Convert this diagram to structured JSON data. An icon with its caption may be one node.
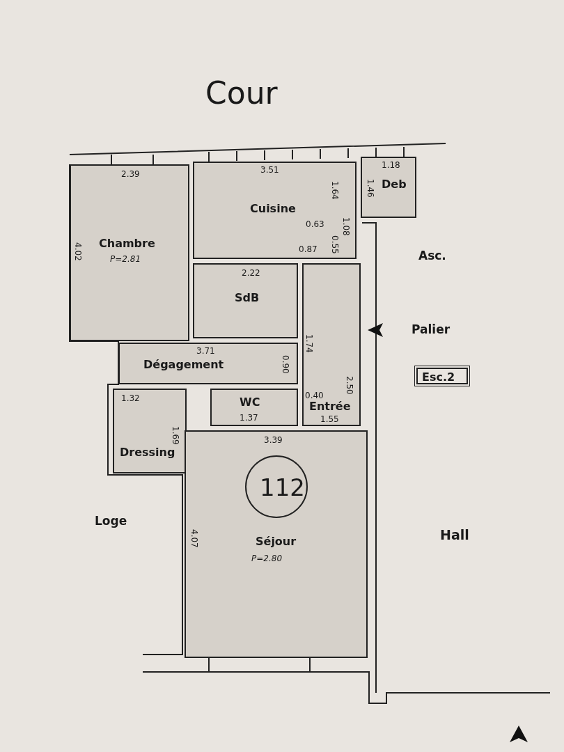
{
  "diagram": {
    "nodes": [
      {
        "text": [
          "2.39",
          "4.02",
          "Chambre",
          "P=2.81"
        ]
      },
      {
        "text": [
          "3.51",
          "1.64",
          "Cuisine",
          "0.63",
          "1.08",
          "0.55",
          "0.87"
        ]
      },
      {
        "text": [
          "1.18",
          "1.46",
          "Deb"
        ]
      },
      {
        "text": [
          "2.22",
          "SdB"
        ]
      },
      {
        "text": [
          "1.74",
          "2.50",
          "0.40",
          "Entrée",
          "1.55"
        ]
      },
      {
        "text": [
          "3.71",
          "0.90",
          "Dégagement"
        ]
      },
      {
        "text": [
          "1.32",
          "1.69",
          "Dressing"
        ]
      },
      {
        "text": [
          "WC",
          "1.37"
        ]
      },
      {
        "text": [
          "3.39",
          "4.07",
          "Séjour",
          "P=2.80"
        ]
      },
      {
        "text": [
          "112"
        ],
        "in": 8
      },
      {
        "text": [
          "Esc.2"
        ]
      }
    ],
    "labels": [
      "Cour",
      "Asc.",
      "Palier",
      "Loge",
      "Hall"
    ]
  }
}
